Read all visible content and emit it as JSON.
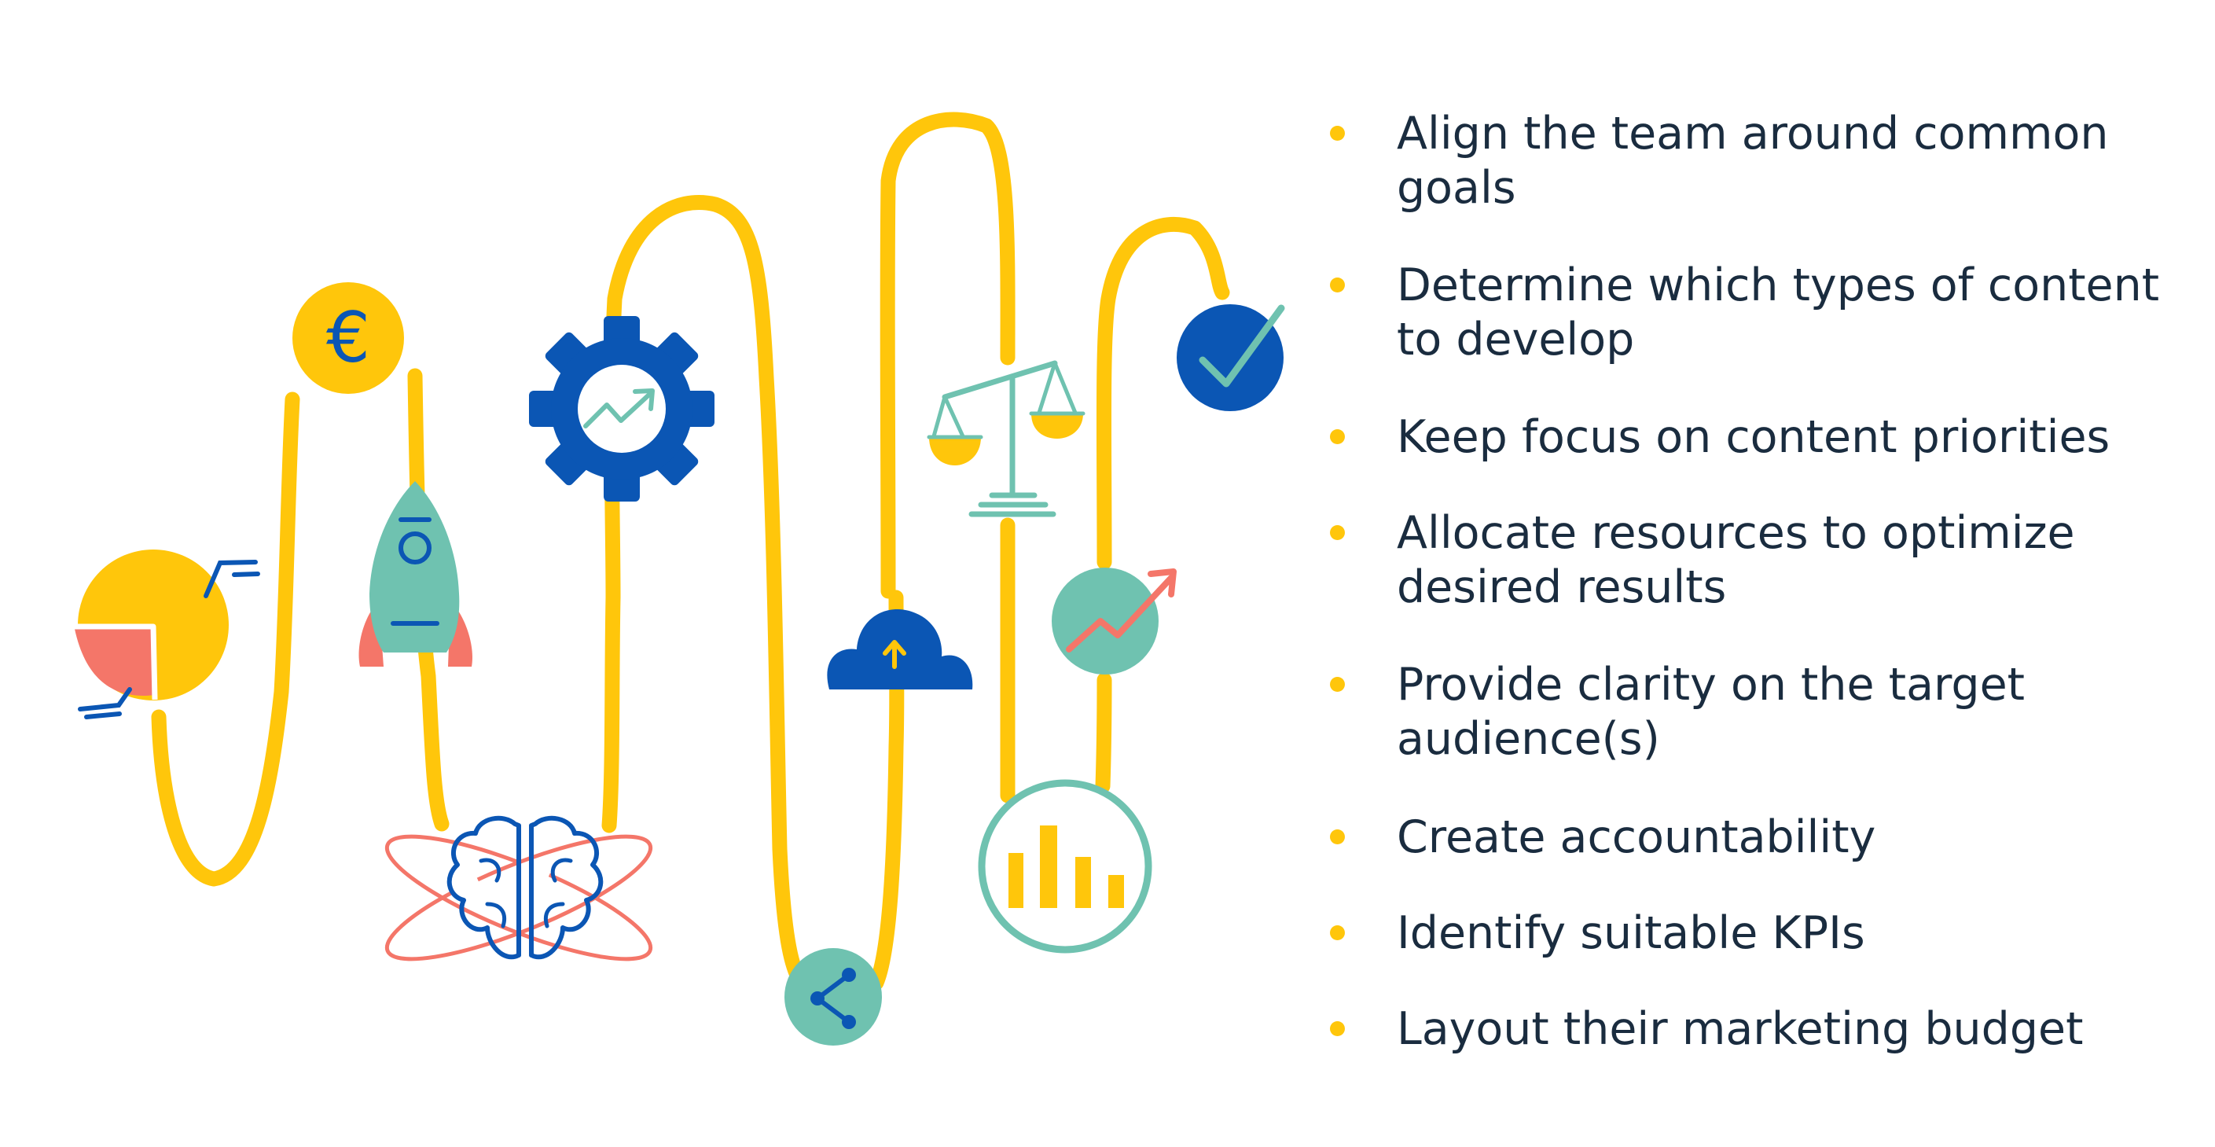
{
  "colors": {
    "yellow": "#ffc60b",
    "blue": "#0b56b4",
    "teal": "#6fc2b0",
    "coral": "#f47669",
    "text": "#1a2c3f",
    "background": "#ffffff"
  },
  "illustration": {
    "icons": [
      "pie-chart-icon",
      "euro-coin-icon",
      "rocket-icon",
      "brain-atom-icon",
      "gear-trend-icon",
      "share-icon",
      "cloud-upload-icon",
      "scales-icon",
      "bar-chart-icon",
      "trend-up-icon",
      "checkmark-icon"
    ],
    "euro_symbol": "€"
  },
  "benefits": [
    {
      "text": "Align the team around common goals"
    },
    {
      "text": "Determine which types of content to develop"
    },
    {
      "text": "Keep focus on content priorities"
    },
    {
      "text": "Allocate resources to optimize desired results"
    },
    {
      "text": "Provide clarity on the target audience(s)"
    },
    {
      "text": "Create accountability"
    },
    {
      "text": "Identify suitable KPIs"
    },
    {
      "text": "Layout their marketing budget"
    }
  ]
}
